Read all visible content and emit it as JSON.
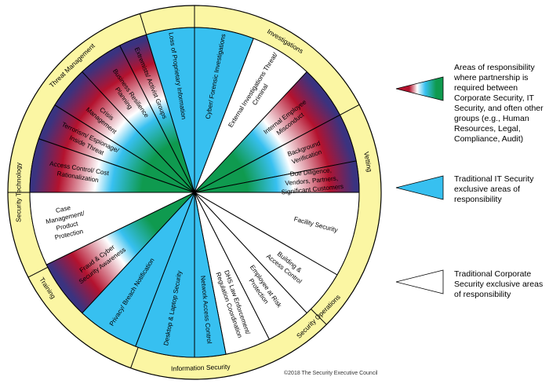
{
  "colors": {
    "ring": "#fbf6a3",
    "blue": "#37c0f0",
    "white": "#ffffff",
    "red": "#b4122e",
    "green": "#0f9a4f",
    "navy": "#3a3380",
    "stroke": "#000000"
  },
  "ring_categories": [
    {
      "label": "Threat Management"
    },
    {
      "label": "Investigations"
    },
    {
      "label": "Vetting"
    },
    {
      "label": "Security Operations"
    },
    {
      "label": "Information Security"
    },
    {
      "label": "Training"
    },
    {
      "label": "Security Technology"
    }
  ],
  "segments": [
    {
      "lines": [
        "Cyber/ Forensic Investigations"
      ],
      "fill": "blue"
    },
    {
      "lines": [
        "External Investigations Threat/",
        "Criminal"
      ],
      "fill": "white"
    },
    {
      "lines": [
        "Internal Employee",
        "Misconduct"
      ],
      "fill": "shared"
    },
    {
      "lines": [
        "Background",
        "Verification"
      ],
      "fill": "shared"
    },
    {
      "lines": [
        "Due Diligence,",
        "Vendors, Partners,",
        "Significant Customers"
      ],
      "fill": "shared"
    },
    {
      "lines": [
        "Facility Security"
      ],
      "fill": "white"
    },
    {
      "lines": [
        "Building &",
        "Access Control"
      ],
      "fill": "white"
    },
    {
      "lines": [
        "Employee at Risk",
        "Protection"
      ],
      "fill": "white"
    },
    {
      "lines": [
        "DHS Law Enforcement/",
        "Regulation Coordination"
      ],
      "fill": "white"
    },
    {
      "lines": [
        "Network Access Control"
      ],
      "fill": "blue"
    },
    {
      "lines": [
        "Desktop & Laptop Security"
      ],
      "fill": "blue"
    },
    {
      "lines": [
        "Privacy/ Breach Notification"
      ],
      "fill": "blue"
    },
    {
      "lines": [
        "Fraud & Cyber",
        "Security Awareness"
      ],
      "fill": "shared"
    },
    {
      "lines": [
        "Case",
        "Management/",
        "Product",
        "Protection"
      ],
      "fill": "white"
    },
    {
      "lines": [
        "Access Control/ Cost",
        "Rationalization"
      ],
      "fill": "shared"
    },
    {
      "lines": [
        "Terrorism/ Espionage/",
        "Inside Threat"
      ],
      "fill": "shared"
    },
    {
      "lines": [
        "Crisis",
        "Management"
      ],
      "fill": "shared"
    },
    {
      "lines": [
        "Business Resilience",
        "Planning"
      ],
      "fill": "shared"
    },
    {
      "lines": [
        "Extremists/ Activist Groups"
      ],
      "fill": "shared"
    },
    {
      "lines": [
        "Loss of Proprietary Information"
      ],
      "fill": "blue"
    }
  ],
  "legend": [
    {
      "fill": "shared",
      "text": "Areas of responsibility where partnership is required between Corporate Security, IT Security, and often other groups (e.g., Human Resources, Legal, Compliance, Audit)"
    },
    {
      "fill": "blue",
      "text": "Traditional IT Security exclusive areas of responsibility"
    },
    {
      "fill": "white",
      "text": "Traditional Corporate Security exclusive areas of responsibility"
    }
  ],
  "copyright": "©2018 The Security Executive Council"
}
